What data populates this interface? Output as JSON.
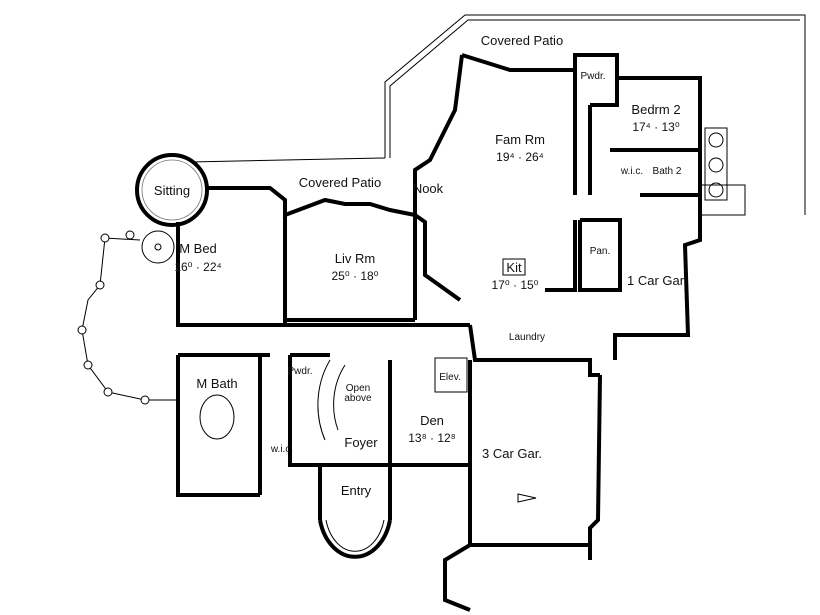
{
  "rooms": {
    "covered_patio_top": "Covered Patio",
    "covered_patio_mid": "Covered Patio",
    "fam_rm": {
      "name": "Fam Rm",
      "dims": "19⁴ · 26⁴"
    },
    "pwdr_upper": "Pwdr.",
    "bedrm2": {
      "name": "Bedrm 2",
      "dims": "17⁴ · 13⁰"
    },
    "wic_upper": "w.i.c.",
    "bath2": "Bath 2",
    "sitting": "Sitting",
    "nook": "Nook",
    "m_bed": {
      "name": "M Bed",
      "dims": "16⁰ · 22⁴"
    },
    "liv_rm": {
      "name": "Liv Rm",
      "dims": "25⁰ · 18⁰"
    },
    "kit": {
      "name": "Kit",
      "dims": "17⁰ · 15⁰"
    },
    "pan": "Pan.",
    "one_car_gar": "1 Car Gar.",
    "laundry": "Laundry",
    "elev": "Elev.",
    "pwdr_lower": "Pwdr.",
    "open_above": [
      "Open",
      "above"
    ],
    "m_bath": "M Bath",
    "wic_lower": "w.i.c.",
    "foyer": "Foyer",
    "den": {
      "name": "Den",
      "dims": "13⁸ · 12⁸"
    },
    "three_car_gar": "3 Car Gar.",
    "entry": "Entry"
  }
}
